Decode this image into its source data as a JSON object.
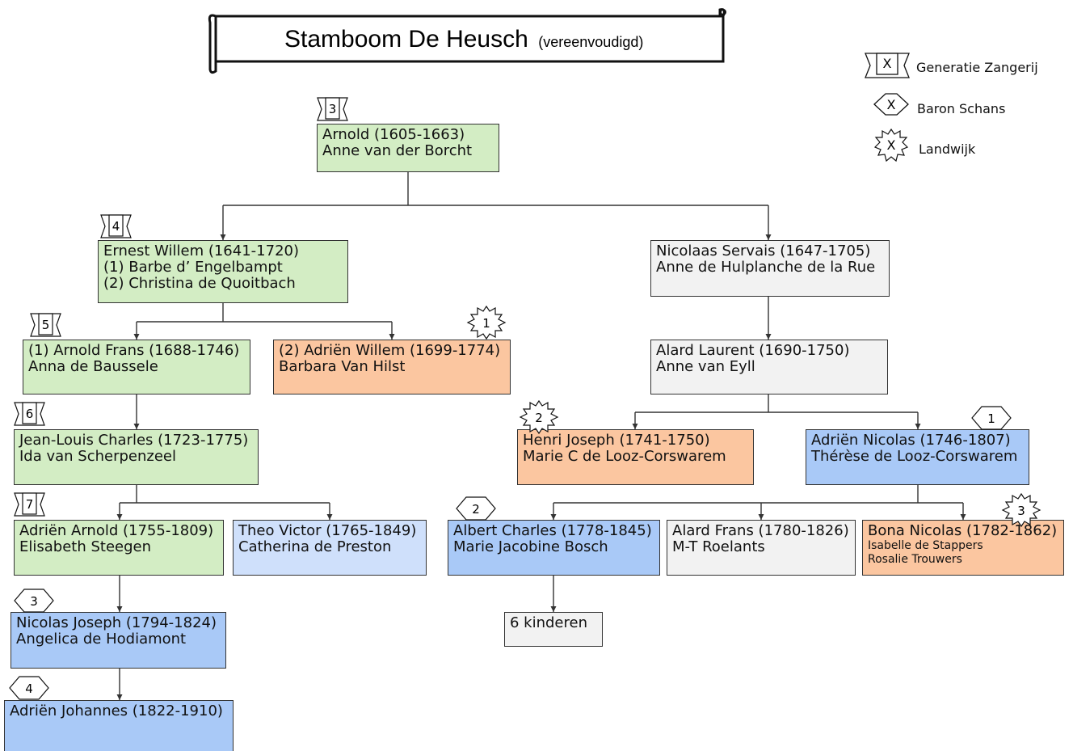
{
  "title": {
    "main": "Stamboom De Heusch",
    "sub": "(vereenvoudigd)"
  },
  "legend": [
    {
      "symbol": "X",
      "label": "Generatie Zangerij",
      "shape": "banner"
    },
    {
      "symbol": "X",
      "label": "Baron Schans",
      "shape": "octagon"
    },
    {
      "symbol": "X",
      "label": "Landwijk",
      "shape": "star"
    }
  ],
  "colors": {
    "green": "#d3edc4",
    "orange": "#fbc6a0",
    "grey": "#f2f2f2",
    "blue": "#a9c9f7",
    "lightblue": "#cfe0fb",
    "line": "#333333"
  },
  "persons": {
    "arnold": [
      "Arnold (1605-1663)",
      "Anne van der Borcht"
    ],
    "ernest": [
      "Ernest Willem (1641-1720)",
      "(1) Barbe d’ Engelbampt",
      "(2) Christina de Quoitbach"
    ],
    "nicolaas": [
      "Nicolaas Servais (1647-1705)",
      "Anne de Hulplanche de la Rue"
    ],
    "arnold_frans": [
      "(1) Arnold Frans (1688-1746)",
      "Anna de Baussele"
    ],
    "adrien_willem": [
      "(2) Adriën Willem (1699-1774)",
      "Barbara Van Hilst"
    ],
    "alard_laurent": [
      "Alard Laurent (1690-1750)",
      "Anne van Eyll"
    ],
    "jean_louis": [
      "Jean-Louis Charles (1723-1775)",
      "Ida van Scherpenzeel"
    ],
    "henri": [
      "Henri Joseph (1741-1750)",
      "Marie C de Looz-Corswarem"
    ],
    "adrien_nicolas": [
      "Adriën Nicolas (1746-1807)",
      "Thérèse de Looz-Corswarem"
    ],
    "adrien_arnold": [
      "Adriën Arnold (1755-1809)",
      "Elisabeth Steegen"
    ],
    "theo": [
      "Theo Victor (1765-1849)",
      "Catherina de Preston"
    ],
    "albert": [
      "Albert Charles (1778-1845)",
      "Marie Jacobine Bosch"
    ],
    "alard_frans": [
      "Alard Frans (1780-1826)",
      "M-T Roelants"
    ],
    "bona": [
      "Bona Nicolas (1782-1862)",
      "Isabelle de Stappers",
      "Rosalie Trouwers"
    ],
    "nicolas_joseph": [
      "Nicolas Joseph (1794-1824)",
      "Angelica de Hodiamont"
    ],
    "kinderen": [
      "6 kinderen"
    ],
    "adrien_johannes": [
      "Adriën Johannes (1822-1910)"
    ]
  },
  "badges": {
    "arnold": "3",
    "ernest": "4",
    "arnold_frans": "5",
    "jean_louis": "6",
    "adrien_arnold": "7",
    "adrien_willem": "1",
    "henri": "2",
    "adrien_nicolas": "1",
    "albert": "2",
    "bona": "3",
    "nicolas_joseph": "3",
    "adrien_johannes": "4"
  }
}
